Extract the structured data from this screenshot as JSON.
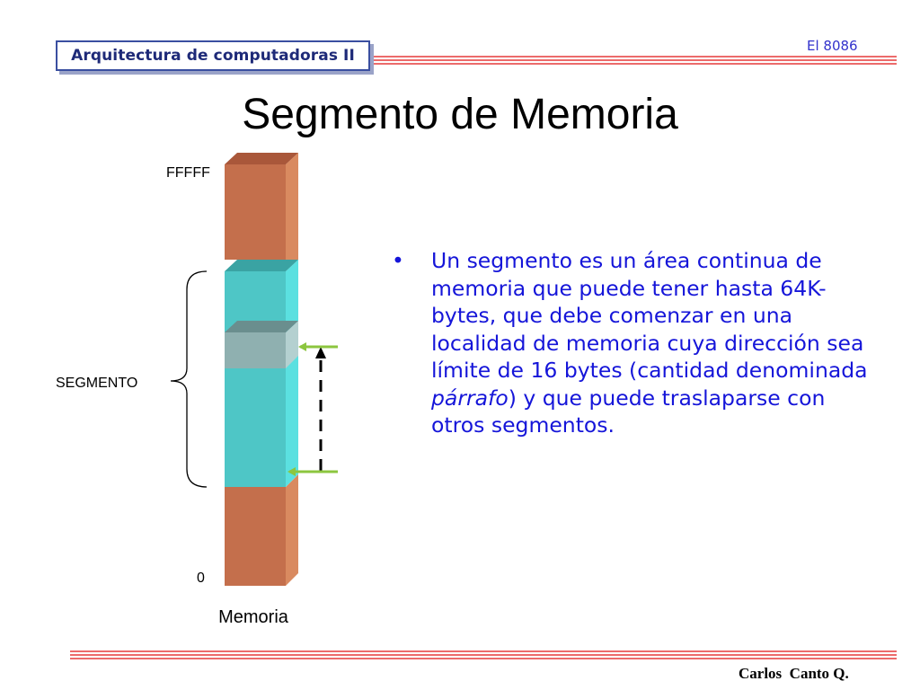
{
  "header": {
    "course_title": "Arquitectura de computadoras II",
    "section_tag": "El 8086"
  },
  "slide": {
    "title": "Segmento de Memoria"
  },
  "diagram": {
    "top_address_label": "FFFFF",
    "bottom_address_label": "0",
    "segment_label": "SEGMENTO",
    "memory_caption": "Memoria",
    "colors": {
      "memory_front": "#c46f4c",
      "memory_side": "#d98a60",
      "memory_top": "#a9573a",
      "segment_front": "#4ec6c6",
      "segment_side": "#5be0e0",
      "segment_top": "#3aa3a3",
      "paragraph_front": "#8fb0b0",
      "paragraph_side": "#b4d0d0",
      "paragraph_top": "#6a8e8e",
      "arrow_green": "#8cc63f"
    }
  },
  "bullet": {
    "symbol": "•",
    "text_before_italic": "Un segmento es un área continua de memoria que puede tener hasta 64K-bytes, que debe comenzar en una localidad de memoria cuya dirección sea límite de 16 bytes (cantidad denominada ",
    "italic_word": "párrafo",
    "text_after_italic": ") y que puede traslaparse con otros segmentos."
  },
  "footer": {
    "author": "Carlos  Canto Q."
  }
}
